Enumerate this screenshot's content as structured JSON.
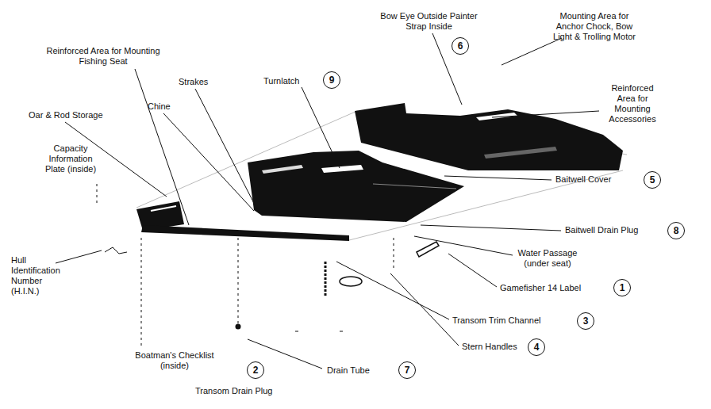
{
  "diagram": {
    "nodes": [
      {
        "text": [
          "6"
        ]
      },
      {
        "text": [
          "9"
        ]
      },
      {
        "text": [
          "5"
        ]
      },
      {
        "text": [
          "8"
        ]
      },
      {
        "text": [
          "1"
        ]
      },
      {
        "text": [
          "3"
        ]
      },
      {
        "text": [
          "4"
        ]
      },
      {
        "text": [
          "7"
        ]
      },
      {
        "text": [
          "2"
        ]
      }
    ],
    "labels": [
      "Reinforced Area for Mounting Fishing Seat",
      "Bow Eye Outside Painter Strap Inside",
      "Mounting Area for Anchor Chock, Bow Light & Trolling Motor",
      "Strakes",
      "Turnlatch",
      "Chine",
      "Oar & Rod Storage",
      "Reinforced Area for Mounting Accessories",
      "Capacity Information Plate (inside)",
      "Baitwell Cover",
      "Baitwell Drain Plug",
      "Water Passage (under seat)",
      "Hull Identification Number (H.I.N.)",
      "Gamefisher 14 Label",
      "Transom Trim Channel",
      "Stern Handles",
      "Boatman's Checklist (inside)",
      "Drain Tube",
      "Transom Drain Plug"
    ]
  }
}
